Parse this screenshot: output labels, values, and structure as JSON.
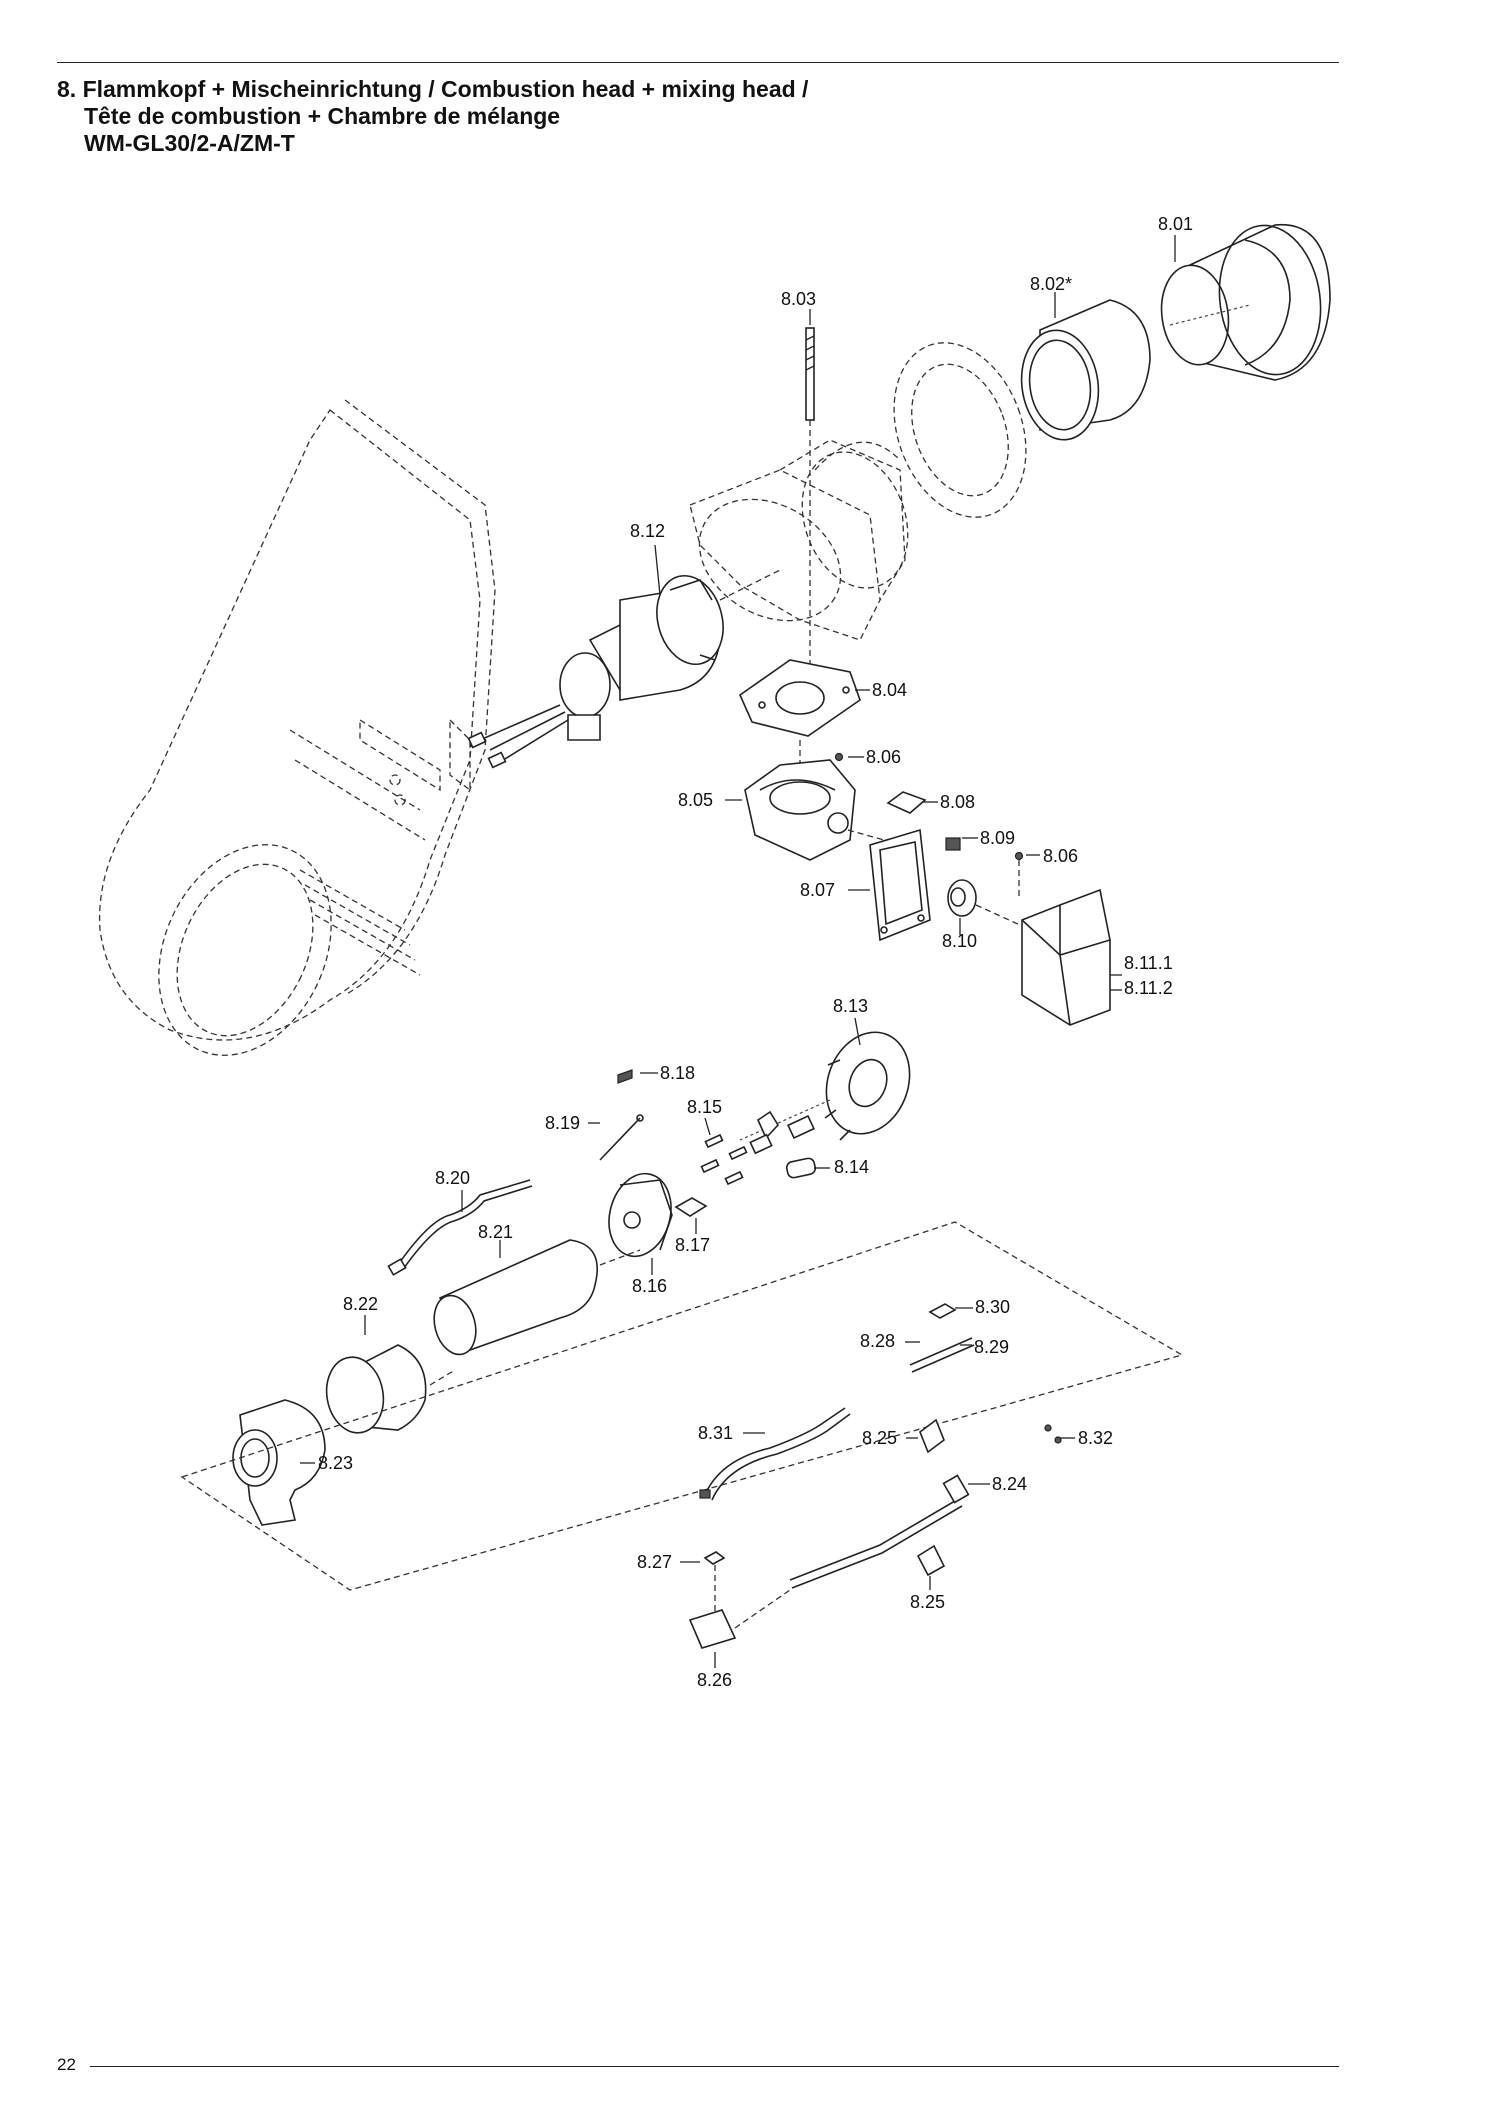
{
  "header": {
    "title_line1": "8. Flammkopf + Mischeinrichtung / Combustion head + mixing head /",
    "title_line2": "Tête de combustion + Chambre de mélange",
    "title_line3": "WM-GL30/2-A/ZM-T"
  },
  "footer": {
    "page_number": "22"
  },
  "labels": {
    "p801": "8.01",
    "p802": "8.02*",
    "p803": "8.03",
    "p804": "8.04",
    "p805": "8.05",
    "p806a": "8.06",
    "p806b": "8.06",
    "p807": "8.07",
    "p808": "8.08",
    "p809": "8.09",
    "p810": "8.10",
    "p8111": "8.11.1",
    "p8112": "8.11.2",
    "p812": "8.12",
    "p813": "8.13",
    "p814": "8.14",
    "p815": "8.15",
    "p816": "8.16",
    "p817": "8.17",
    "p818": "8.18",
    "p819": "8.19",
    "p820": "8.20",
    "p821": "8.21",
    "p822": "8.22",
    "p823": "8.23",
    "p824": "8.24",
    "p825a": "8.25",
    "p825b": "8.25",
    "p826": "8.26",
    "p827": "8.27",
    "p828": "8.28",
    "p829": "8.29",
    "p830": "8.30",
    "p831": "8.31",
    "p832": "8.32"
  }
}
